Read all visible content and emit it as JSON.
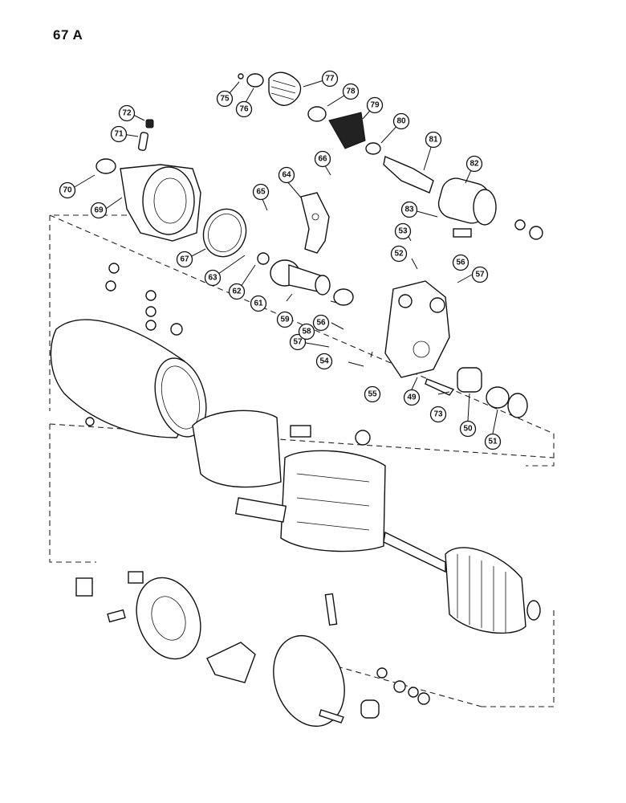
{
  "page_label": "67 A",
  "callouts": [
    "49",
    "50",
    "51",
    "52",
    "53",
    "54",
    "55",
    "56",
    "56",
    "57",
    "57",
    "58",
    "59",
    "61",
    "62",
    "63",
    "64",
    "65",
    "66",
    "67",
    "69",
    "70",
    "71",
    "72",
    "73",
    "75",
    "76",
    "77",
    "78",
    "79",
    "80",
    "81",
    "82",
    "83"
  ]
}
